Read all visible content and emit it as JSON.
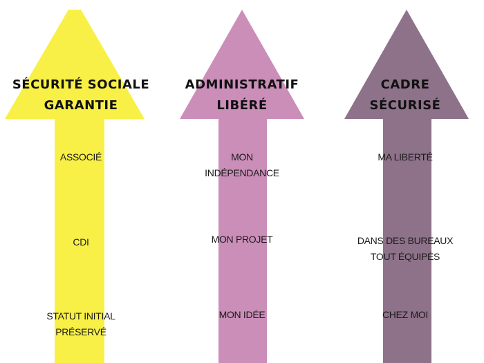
{
  "colors": {
    "arrow_1": "#f8f046",
    "arrow_2": "#cb8eb9",
    "arrow_3": "#8e7289",
    "text": "#1a1a1a"
  },
  "arrows": [
    {
      "title_line1": "Sécurité sociale",
      "title_line2": "garantie",
      "items": [
        {
          "line1": "Associé",
          "line2": ""
        },
        {
          "line1": "CDI",
          "line2": ""
        },
        {
          "line1": "Statut initial",
          "line2": "préservé"
        }
      ]
    },
    {
      "title_line1": "Administratif",
      "title_line2": "libéré",
      "items": [
        {
          "line1": "Mon",
          "line2": "indépendance"
        },
        {
          "line1": "Mon projet",
          "line2": ""
        },
        {
          "line1": "Mon idée",
          "line2": ""
        }
      ]
    },
    {
      "title_line1": "Cadre",
      "title_line2": "sécurisé",
      "items": [
        {
          "line1": "Ma liberté",
          "line2": ""
        },
        {
          "line1": "Dans des bureaux",
          "line2": "tout équipés"
        },
        {
          "line1": "Chez moi",
          "line2": ""
        }
      ]
    }
  ]
}
